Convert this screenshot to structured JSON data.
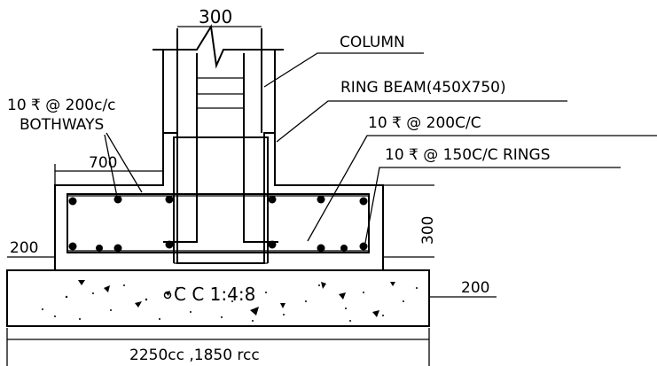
{
  "labels": {
    "column_width": "300",
    "column": "COLUMN",
    "ring_beam": "RING BEAM(450X750)",
    "bothways_line1": "10 %C @ 200c/c",
    "bothways_line2": "BOTHWAYS",
    "bars_200": "10 %C @ 200C/C",
    "rings_150": "10 %C @ 150C/C RINGS",
    "footing_proj": "700",
    "footing_depth": "300",
    "pcc_thickness_left": "200",
    "pcc_thickness_right": "200",
    "pcc_mix": "C C 1:4:8",
    "base_width": "2250cc ,1850 rcc"
  },
  "colors": {
    "ink": "#000000",
    "paper": "#ffffff"
  }
}
